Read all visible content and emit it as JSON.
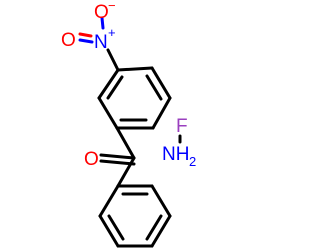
{
  "colors": {
    "bond": "#000000",
    "oxygen": "#ff0000",
    "nitrogen": "#0000ff",
    "fluorine": "#9a3fbf",
    "background": "#ffffff"
  },
  "atoms": {
    "nitro_o_top": "O",
    "nitro_o_top_charge": "−",
    "nitro_n": "N",
    "nitro_n_charge": "+",
    "nitro_o_left": "O",
    "carbonyl_o": "O",
    "amine_n": "NH",
    "amine_h_count": "2",
    "fluorine": "F"
  }
}
